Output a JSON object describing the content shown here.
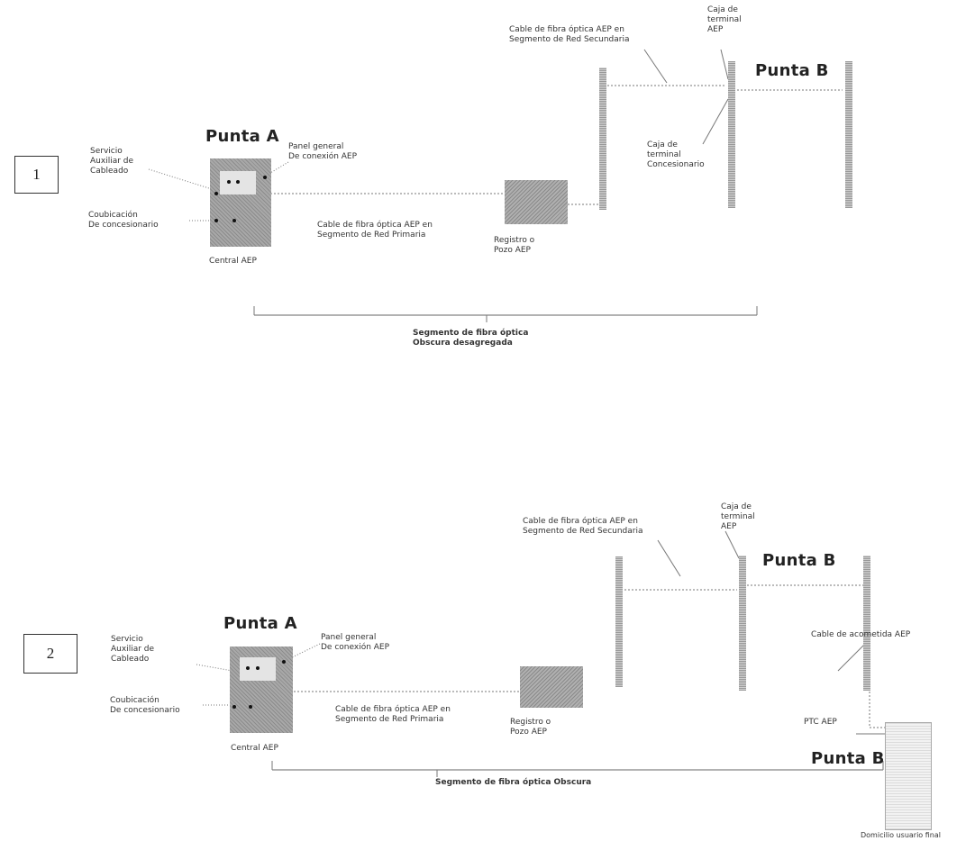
{
  "diagram1": {
    "number": "1",
    "punta_a": "Punta A",
    "punta_b": "Punta B",
    "servicio_auxiliar": "Servicio\nAuxiliar de\nCableado",
    "coubicacion": "Coubicación\nDe concesionario",
    "panel_general": "Panel general\nDe conexión AEP",
    "central": "Central AEP",
    "cable_primaria": "Cable de fibra óptica AEP en\nSegmento de Red Primaria",
    "registro": "Registro o\nPozo AEP",
    "cable_secundaria": "Cable de fibra óptica AEP en\nSegmento de Red Secundaria",
    "caja_terminal_aep": "Caja de\nterminal\nAEP",
    "caja_terminal_conc": "Caja de\nterminal\nConcesionario",
    "segmento": "Segmento de fibra óptica\nObscura desagregada"
  },
  "diagram2": {
    "number": "2",
    "punta_a": "Punta A",
    "punta_b_top": "Punta B",
    "punta_b_bottom": "Punta B",
    "servicio_auxiliar": "Servicio\nAuxiliar de\nCableado",
    "coubicacion": "Coubicación\nDe concesionario",
    "panel_general": "Panel general\nDe conexión AEP",
    "central": "Central AEP",
    "cable_primaria": "Cable de fibra óptica AEP en\nSegmento de Red Primaria",
    "registro": "Registro o\nPozo AEP",
    "cable_secundaria": "Cable de fibra óptica AEP en\nSegmento de Red Secundaria",
    "caja_terminal_aep": "Caja de\nterminal\nAEP",
    "cable_acometida": "Cable de acometida AEP",
    "ptc": "PTC AEP",
    "segmento": "Segmento de fibra óptica Obscura",
    "domicilio": "Domicilio usuario final"
  }
}
